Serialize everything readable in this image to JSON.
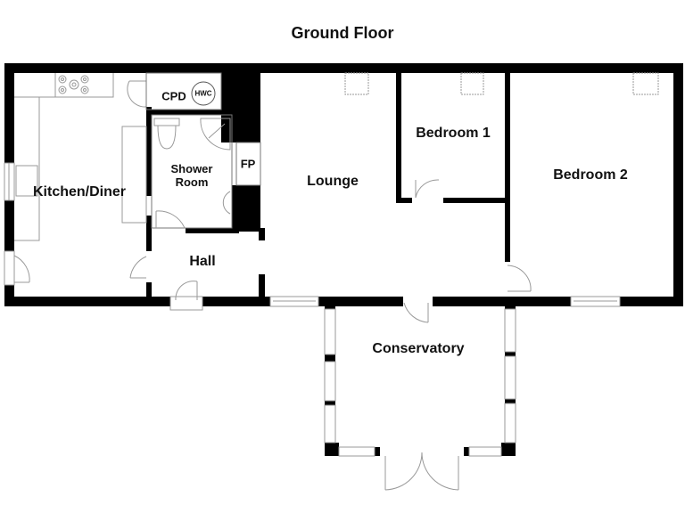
{
  "title": "Ground Floor",
  "colors": {
    "wall": "#000000",
    "fixture_line": "#999999",
    "background": "#ffffff"
  },
  "rooms": [
    {
      "id": "kitchen",
      "label": "Kitchen/Diner"
    },
    {
      "id": "cpd",
      "label": "CPD"
    },
    {
      "id": "hwc",
      "label": "HWC"
    },
    {
      "id": "shower",
      "label": "Shower\nRoom",
      "line1": "Shower",
      "line2": "Room"
    },
    {
      "id": "fp",
      "label": "FP"
    },
    {
      "id": "hall",
      "label": "Hall"
    },
    {
      "id": "lounge",
      "label": "Lounge"
    },
    {
      "id": "bedroom1",
      "label": "Bedroom 1"
    },
    {
      "id": "bedroom2",
      "label": "Bedroom 2"
    },
    {
      "id": "conservatory",
      "label": "Conservatory"
    }
  ]
}
